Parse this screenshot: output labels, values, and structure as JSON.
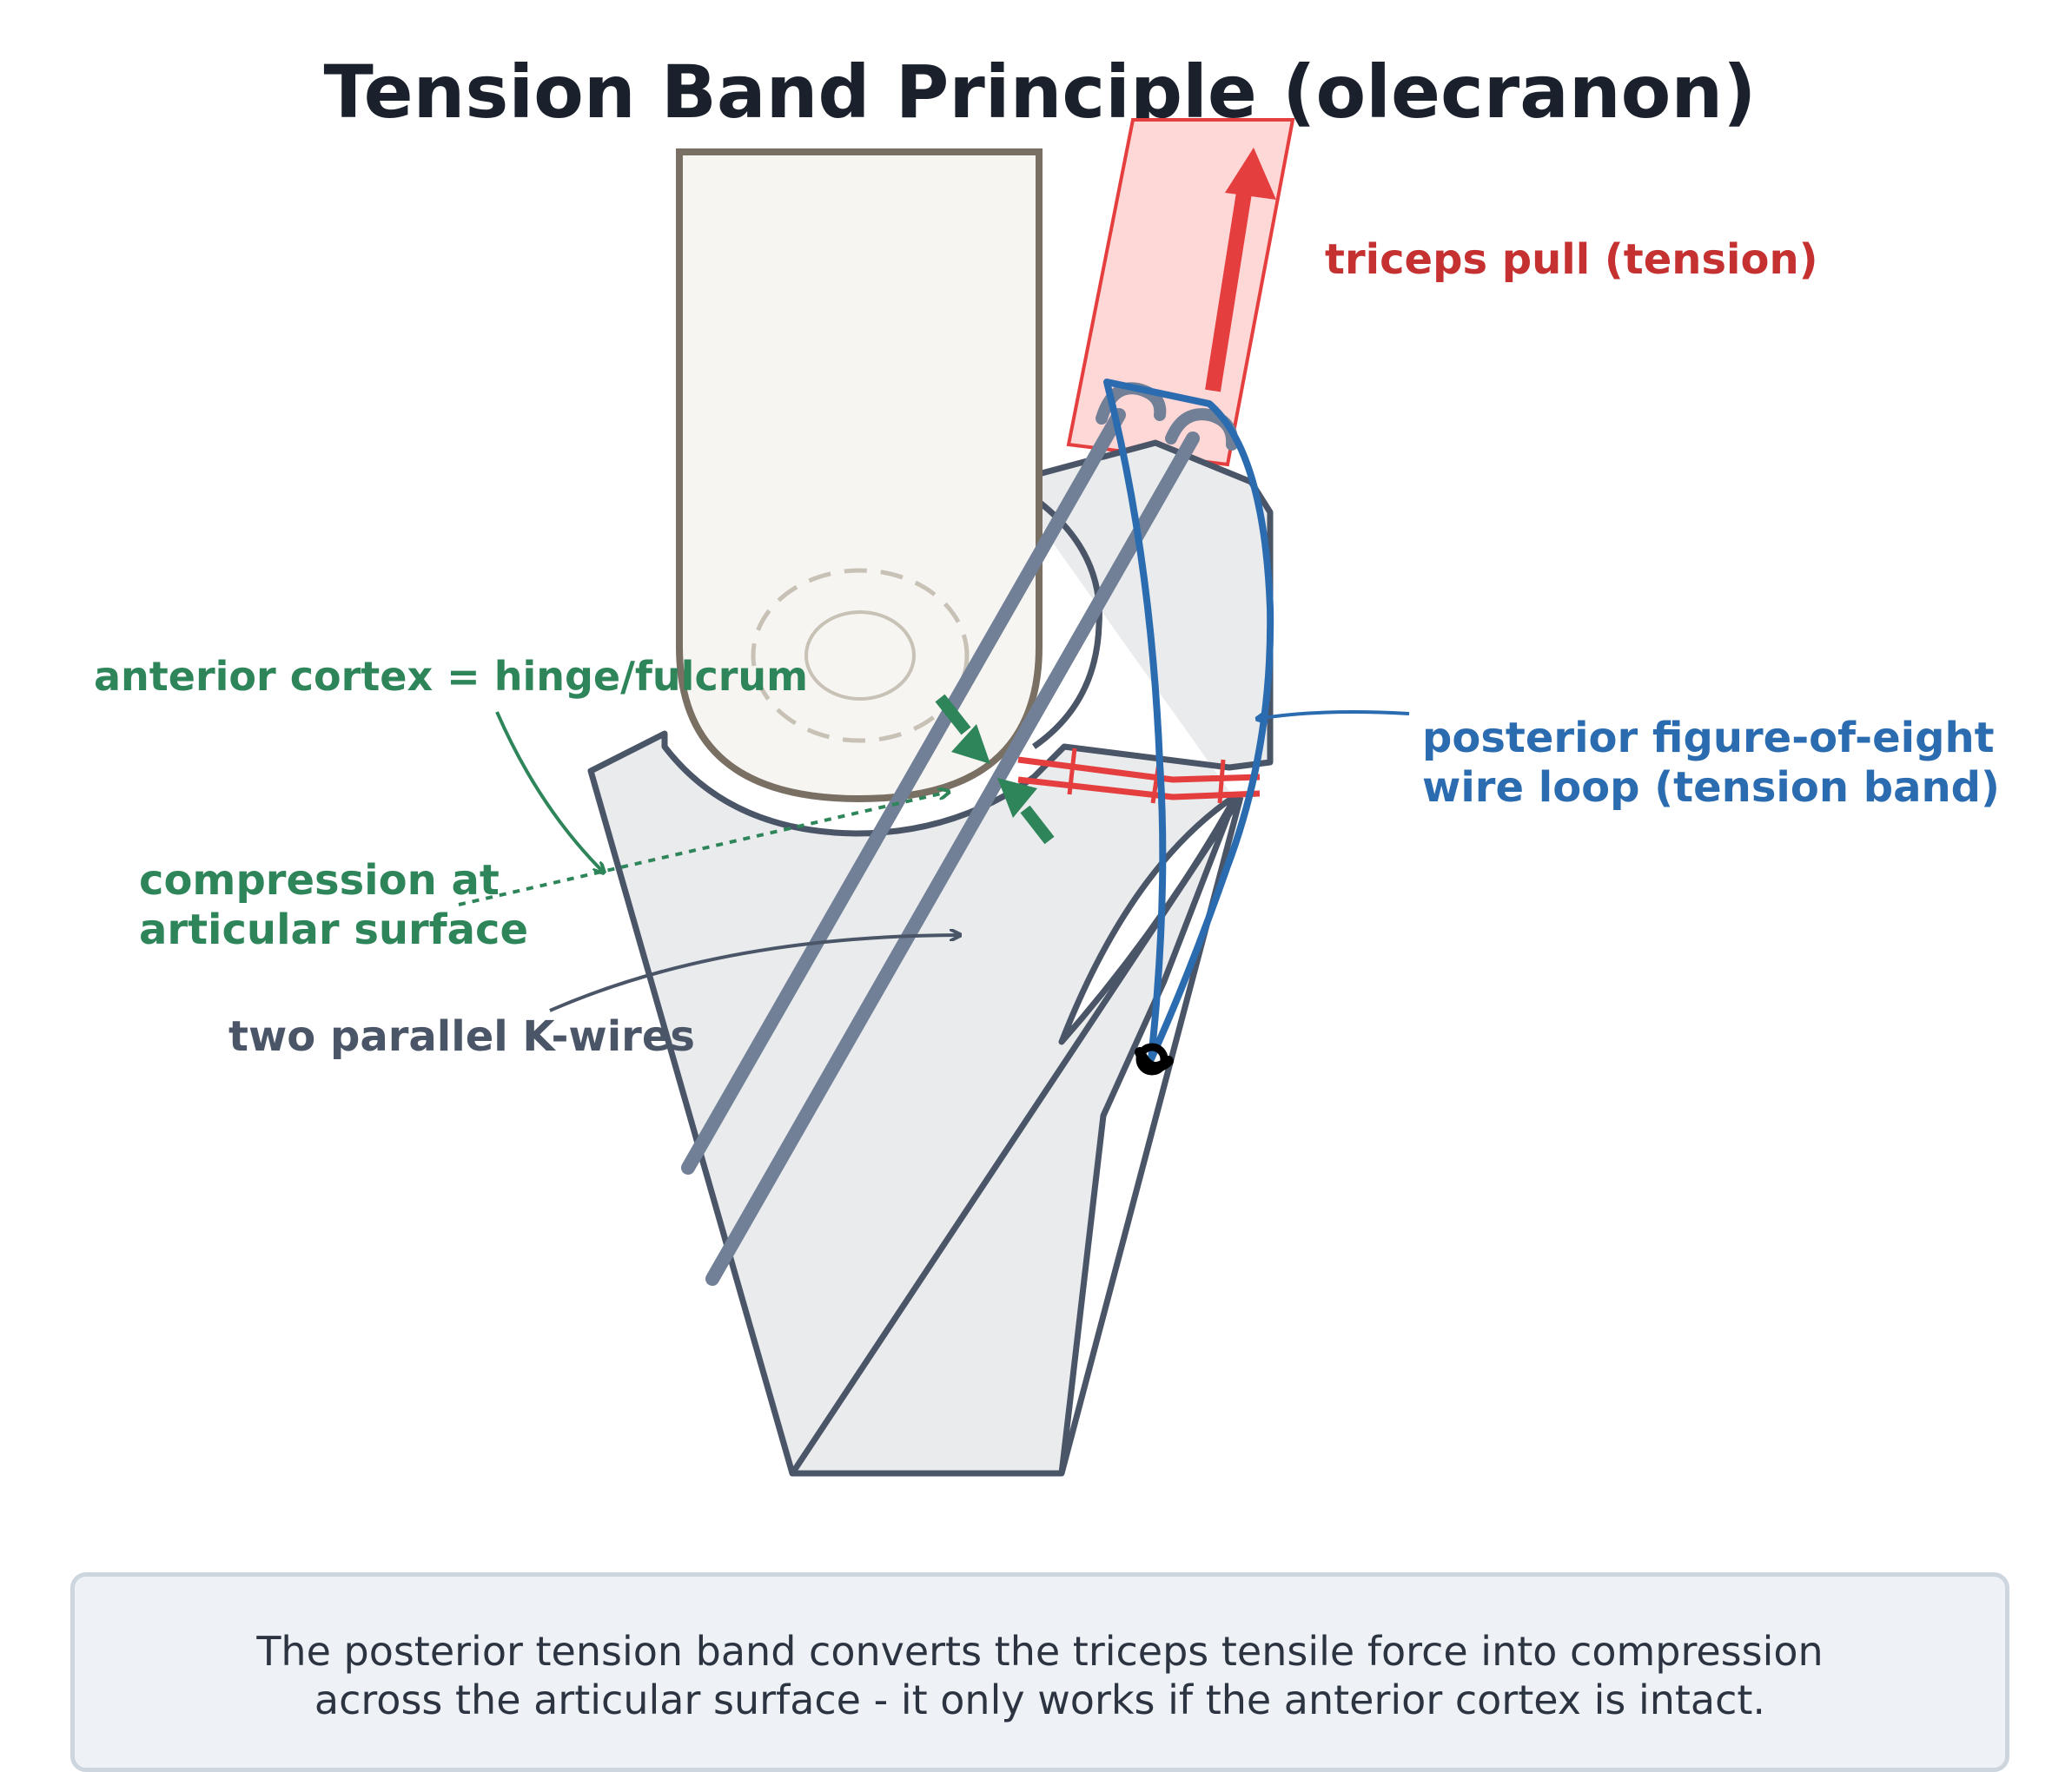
{
  "title": "Tension Band Principle (olecranon)",
  "labels": {
    "triceps_pull": "triceps pull (tension)",
    "anterior_cortex": "anterior cortex = hinge/fulcrum",
    "compression_line1": "compression at",
    "compression_line2": "articular surface",
    "kwires": "two parallel K-wires",
    "wire_loop_line1": "posterior figure-of-eight",
    "wire_loop_line2": "wire loop (tension band)"
  },
  "caption": {
    "line1": "The posterior tension band converts the triceps tensile force into compression",
    "line2": "across the articular surface - it only works if the anterior cortex is intact."
  },
  "colors": {
    "title": "#1a202c",
    "tension_red": "#e53e3e",
    "tension_text": "#c53030",
    "compression_green": "#2f855a",
    "wire_blue": "#2b6cb0",
    "kwire_gray": "#718096",
    "bone_outline": "#4a5568",
    "bone_fill": "#e9ebed",
    "humerus_fill": "#f6f5f1",
    "humerus_outline": "#7a6f63"
  }
}
